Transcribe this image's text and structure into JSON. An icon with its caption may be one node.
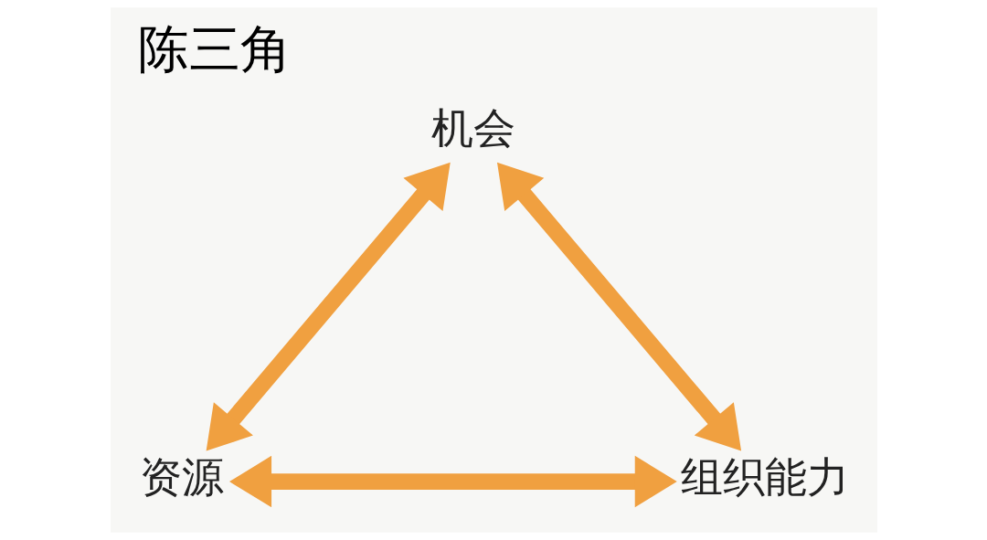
{
  "diagram": {
    "title": "陈三角",
    "nodes": [
      {
        "text": [
          "机会"
        ]
      },
      {
        "text": [
          "资源"
        ]
      },
      {
        "text": [
          "组织能力"
        ]
      }
    ],
    "edges": [
      {
        "from": 0,
        "to": 1,
        "arrow": "both"
      },
      {
        "from": 0,
        "to": 2,
        "arrow": "both"
      },
      {
        "from": 1,
        "to": 2,
        "arrow": "both"
      }
    ]
  }
}
